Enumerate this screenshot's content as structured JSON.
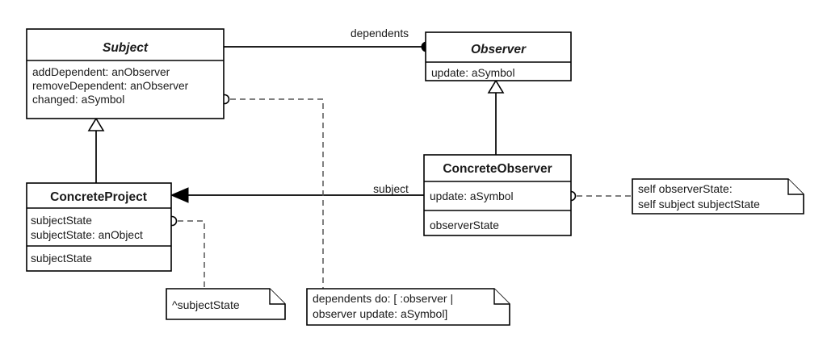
{
  "diagram": {
    "title": "Observer Pattern Class Diagram",
    "background_color": "#ffffff",
    "line_color": "#000000",
    "dashed_line_color": "#555555",
    "text_color": "#1a1a1a"
  },
  "classes": [
    {
      "id": "subject",
      "name": "Subject",
      "abstract": true,
      "operations": [
        "addDependent: anObserver",
        "removeDependent: anObserver",
        "changed: aSymbol"
      ],
      "attributes": []
    },
    {
      "id": "observer",
      "name": "Observer",
      "abstract": true,
      "operations": [
        "update: aSymbol"
      ],
      "attributes": []
    },
    {
      "id": "concrete-project",
      "name": "ConcreteProject",
      "abstract": false,
      "operations": [
        "subjectState",
        "subjectState: anObject"
      ],
      "attributes": [
        "subjectState"
      ]
    },
    {
      "id": "concrete-observer",
      "name": "ConcreteObserver",
      "abstract": false,
      "operations": [
        "update: aSymbol"
      ],
      "attributes": [
        "observerState"
      ]
    }
  ],
  "edge_labels": {
    "dependents": "dependents",
    "subject": "subject"
  },
  "notes": [
    {
      "id": "note-subject-state",
      "lines": [
        "^subjectState"
      ]
    },
    {
      "id": "note-dependents-do",
      "lines": [
        "dependents do: [ :observer |",
        "   observer update: aSymbol]"
      ]
    },
    {
      "id": "note-observer-state",
      "lines": [
        "self observerState:",
        "   self subject subjectState"
      ]
    }
  ],
  "relations": [
    {
      "id": "subject-observer-association",
      "kind": "association",
      "from": "subject",
      "to": "observer",
      "label": "dependents",
      "end_marker": "filled-dot"
    },
    {
      "id": "concreteproject-generalization",
      "kind": "generalization",
      "from": "concrete-project",
      "to": "subject",
      "end_marker": "open-triangle"
    },
    {
      "id": "concreteobserver-generalization",
      "kind": "generalization",
      "from": "concrete-observer",
      "to": "observer",
      "end_marker": "open-triangle"
    },
    {
      "id": "concreteobserver-subject-association",
      "kind": "association",
      "from": "concrete-observer",
      "to": "concrete-project",
      "label": "subject",
      "end_marker": "filled-arrow"
    },
    {
      "id": "subject-changed-note-link",
      "kind": "note-anchor",
      "from": "subject",
      "to": "note-dependents-do",
      "end_marker": "open-circle"
    },
    {
      "id": "concreteproject-note-link",
      "kind": "note-anchor",
      "from": "concrete-project",
      "to": "note-subject-state",
      "end_marker": "open-circle"
    },
    {
      "id": "concreteobserver-note-link",
      "kind": "note-anchor",
      "from": "concrete-observer",
      "to": "note-observer-state",
      "end_marker": "open-circle"
    }
  ]
}
